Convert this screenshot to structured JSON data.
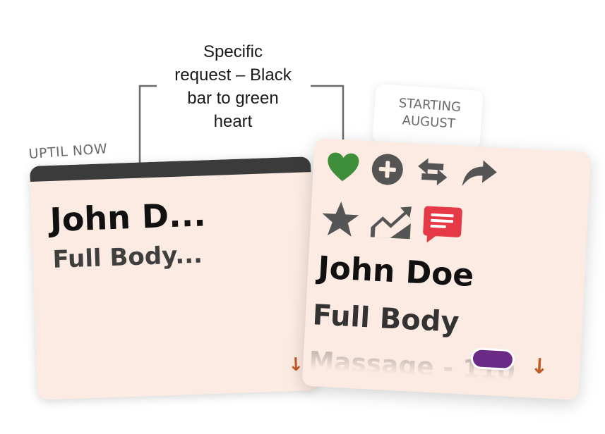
{
  "callout": {
    "lines": [
      "Specific",
      "request – Black",
      "bar to green",
      "heart"
    ]
  },
  "before": {
    "caption": "UPTIL NOW",
    "card": {
      "name": "John D...",
      "service": "Full Body...",
      "top_bar_color": "#3b3b3b",
      "arrow_icon": "arrow-down-icon"
    }
  },
  "after": {
    "caption_lines": [
      "STARTING",
      "AUGUST"
    ],
    "card": {
      "icons_row1": [
        "heart-icon",
        "plus-circle-icon",
        "sync-arrows-icon",
        "share-arrow-icon"
      ],
      "icons_row2": [
        "star-icon",
        "trend-chart-icon",
        "message-icon"
      ],
      "heart_color": "#3f8f3a",
      "message_color": "#e63946",
      "pill_color": "#6b2a86",
      "name": "John Doe",
      "service": "Full Body",
      "detail": "Massage - 110",
      "arrow_icon": "arrow-down-icon"
    }
  },
  "colors": {
    "card_bg": "#fcebe2",
    "icon_gray": "#555555",
    "arrow_orange": "#c25a24"
  }
}
